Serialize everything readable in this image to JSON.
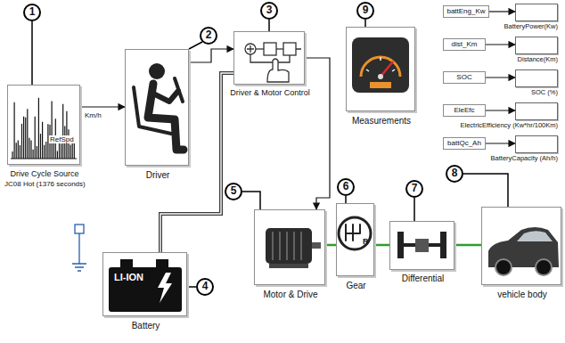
{
  "diagram": {
    "nodes": [
      {
        "text": [
          "RefSpd",
          "Km/h",
          "Drive Cycle Source",
          "JC08 Hot (1376 seconds)"
        ]
      },
      {
        "text": [
          "Driver"
        ]
      },
      {
        "text": [
          "Driver & Motor Control"
        ]
      },
      {
        "text": [
          "Measurements"
        ]
      },
      {
        "text": [
          "battEng_Kw"
        ]
      },
      {
        "text": [
          "BatteryPower(Kw)"
        ]
      },
      {
        "text": [
          "dist_Km"
        ]
      },
      {
        "text": [
          "Distance(Km)"
        ]
      },
      {
        "text": [
          "SOC"
        ]
      },
      {
        "text": [
          "SOC (%)"
        ]
      },
      {
        "text": [
          "EleEfc"
        ]
      },
      {
        "text": [
          "ElectricEfficiency (Kw*hr/100Km)"
        ]
      },
      {
        "text": [
          "battQc_Ah"
        ]
      },
      {
        "text": [
          "BatteryCapacity (Ah/h)"
        ]
      },
      {
        "text": [
          "LI-ION",
          "Battery"
        ]
      },
      {
        "text": [
          "Motor & Drive"
        ]
      },
      {
        "text": [
          "R",
          "Gear"
        ]
      },
      {
        "text": [
          "Differential"
        ]
      },
      {
        "text": [
          "vehicle body"
        ]
      },
      {
        "text": [
          "1"
        ]
      },
      {
        "text": [
          "2"
        ]
      },
      {
        "text": [
          "3"
        ]
      },
      {
        "text": [
          "4"
        ]
      },
      {
        "text": [
          "5"
        ]
      },
      {
        "text": [
          "6"
        ]
      },
      {
        "text": [
          "7"
        ]
      },
      {
        "text": [
          "8"
        ]
      },
      {
        "text": [
          "9"
        ]
      }
    ],
    "edges": [
      {
        "from": 0,
        "to": 1,
        "arrow": "to"
      },
      {
        "from": 1,
        "to": 2,
        "arrow": "to"
      },
      {
        "from": 2,
        "to": 15,
        "arrow": "to"
      },
      {
        "from": 14,
        "to": 2,
        "arrow": "none"
      },
      {
        "from": 15,
        "to": 16,
        "arrow": "none"
      },
      {
        "from": 16,
        "to": 17,
        "arrow": "none"
      },
      {
        "from": 17,
        "to": 18,
        "arrow": "none"
      },
      {
        "from": 4,
        "to": 5,
        "arrow": "to"
      },
      {
        "from": 6,
        "to": 7,
        "arrow": "to"
      },
      {
        "from": 8,
        "to": 9,
        "arrow": "to"
      },
      {
        "from": 10,
        "to": 11,
        "arrow": "to"
      },
      {
        "from": 12,
        "to": 13,
        "arrow": "to"
      },
      {
        "from": 19,
        "to": 0,
        "arrow": "none"
      },
      {
        "from": 20,
        "to": 1,
        "arrow": "none"
      },
      {
        "from": 21,
        "to": 2,
        "arrow": "none"
      },
      {
        "from": 22,
        "to": 14,
        "arrow": "none"
      },
      {
        "from": 23,
        "to": 15,
        "arrow": "none"
      },
      {
        "from": 24,
        "to": 16,
        "arrow": "none"
      },
      {
        "from": 25,
        "to": 17,
        "arrow": "none"
      },
      {
        "from": 26,
        "to": 18,
        "arrow": "none"
      },
      {
        "from": 27,
        "to": 3,
        "arrow": "none"
      }
    ]
  }
}
